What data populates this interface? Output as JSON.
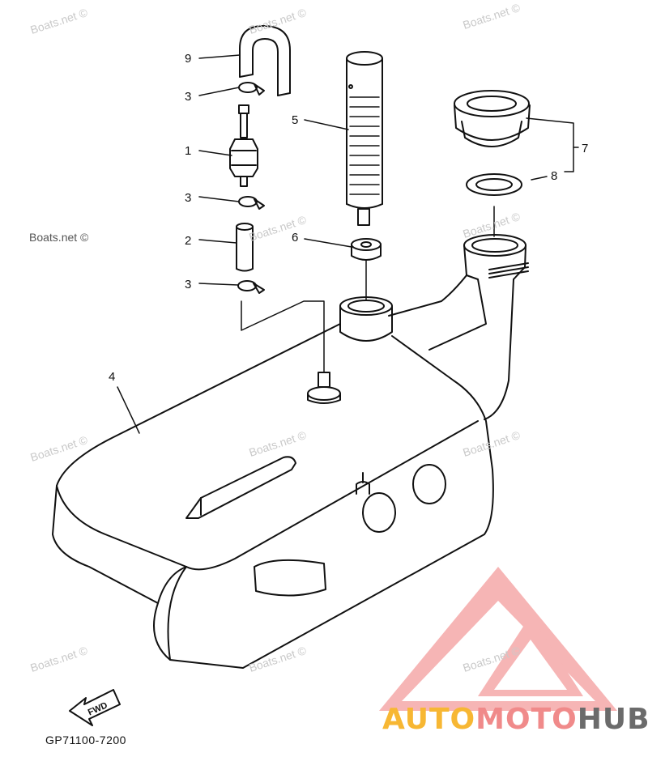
{
  "watermark": "Boats.net ©",
  "callouts": {
    "c1": "1",
    "c2": "2",
    "c3a": "3",
    "c3b": "3",
    "c3c": "3",
    "c4": "4",
    "c5": "5",
    "c6": "6",
    "c7": "7",
    "c8": "8",
    "c9": "9"
  },
  "fwd_label": "FWD",
  "reference_code": "GP71100-7200",
  "logo": {
    "part1": "AUTO",
    "part2": "MOTO",
    "part3": "HUB",
    "colors": {
      "triangle": "#f5a3a3",
      "auto": "#f7b733",
      "moto": "#f08a8a",
      "hub": "#6b6b6b"
    }
  }
}
